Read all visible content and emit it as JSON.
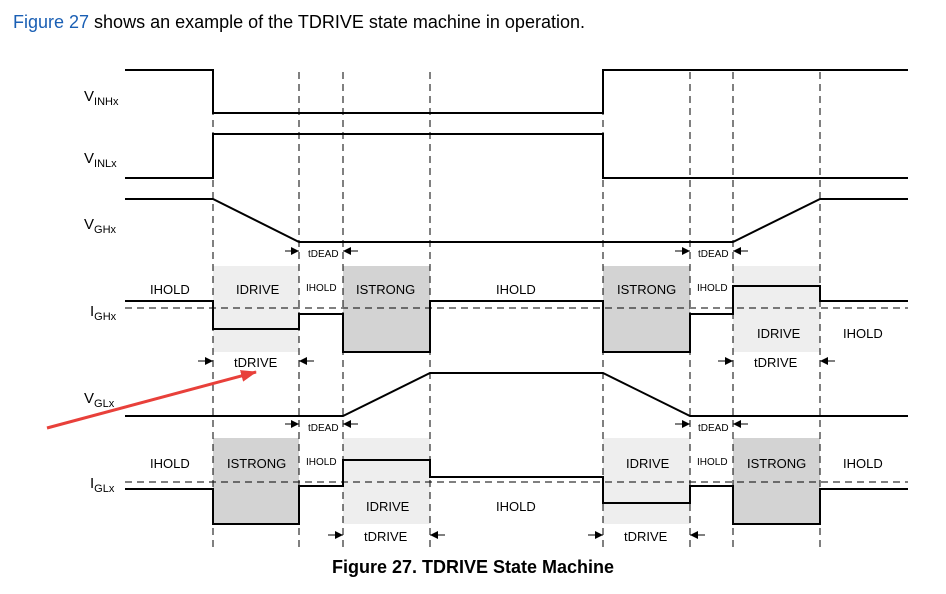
{
  "intro": {
    "link": "Figure 27",
    "rest": " shows an example of the TDRIVE state machine in operation."
  },
  "caption": "Figure 27.  TDRIVE State Machine",
  "signals": {
    "vinh": {
      "main": "V",
      "sub": "INHx"
    },
    "vinl": {
      "main": "V",
      "sub": "INLx"
    },
    "vgh": {
      "main": "V",
      "sub": "GHx"
    },
    "igh": {
      "main": "I",
      "sub": "GHx"
    },
    "vgl": {
      "main": "V",
      "sub": "GLx"
    },
    "igl": {
      "main": "I",
      "sub": "GLx"
    }
  },
  "states": {
    "hold": "HOLD",
    "drive": "DRIVE",
    "strong": "STRONG"
  },
  "timing": {
    "dead": "DEAD",
    "drive": "DRIVE"
  },
  "colors": {
    "strong_fill": "#d3d3d3",
    "drive_fill": "#eeeeee",
    "arrow": "#e8403a",
    "link": "#1a5fb4"
  }
}
